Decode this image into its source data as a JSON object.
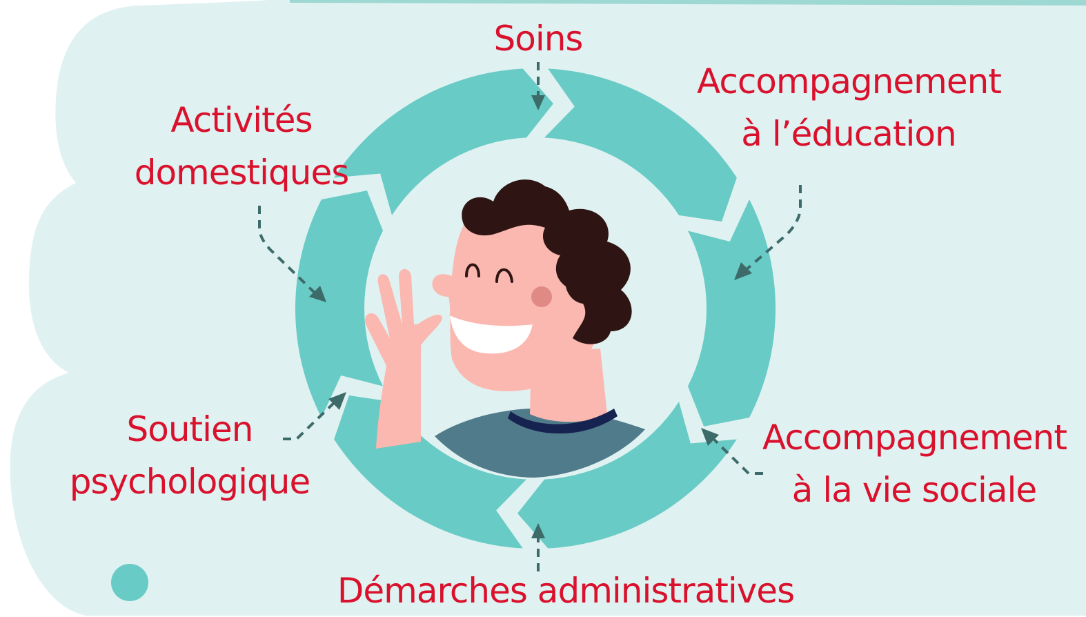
{
  "colors": {
    "text": "#d9112c",
    "ring": "#68cbc5",
    "background": "#e0f1f1",
    "arrow": "#3d6b6a",
    "hair": "#2e1513",
    "skin": "#fab8b0",
    "shirt": "#507b8b",
    "collar": "#16224f"
  },
  "diagram": {
    "center_icon": "smiling-person-waving-icon",
    "labels": {
      "soins": "Soins",
      "education_1": "Accompagnement",
      "education_2": "à l’éducation",
      "vie_sociale_1": "Accompagnement",
      "vie_sociale_2": "à la vie sociale",
      "administratif": "Démarches administratives",
      "psy_1": "Soutien",
      "psy_2": "psychologique",
      "domestique_1": "Activités",
      "domestique_2": "domestiques"
    }
  }
}
